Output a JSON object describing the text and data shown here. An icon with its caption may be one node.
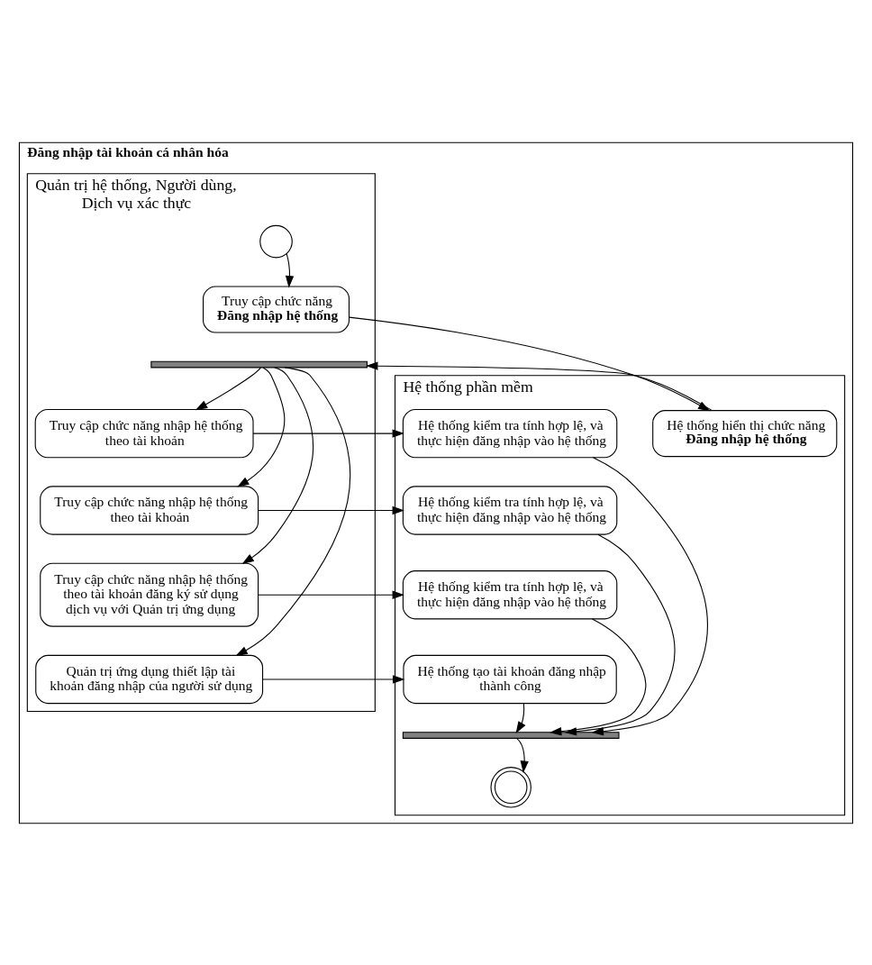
{
  "diagram": {
    "nodes": [
      {
        "text": [
          "Đăng nhập tài khoản cá nhân hóa"
        ]
      },
      {
        "text": [
          "Quản trị hệ thống, Người dùng, Dịch vụ xác thực"
        ],
        "in": 0
      },
      {
        "text": [
          "Hệ thống phần mềm"
        ],
        "in": 0
      },
      {
        "text": [],
        "shape": "circle",
        "in": 1
      },
      {
        "text": [
          "Truy cập chức năng **Đăng nhập hệ thống**"
        ],
        "in": 1
      },
      {
        "text": [
          "Hệ thống hiển thị chức năng **Đăng nhập hệ thống**"
        ],
        "in": 2
      },
      {
        "text": [],
        "shape": "bar",
        "in": 1
      },
      {
        "text": [
          "Truy cập chức năng nhập hệ thống theo tài khoản"
        ],
        "in": 1
      },
      {
        "text": [
          "Hệ thống kiểm tra tính hợp lệ, và thực hiện đăng nhập vào hệ thống"
        ],
        "in": 2
      },
      {
        "text": [
          "Truy cập chức năng nhập hệ thống theo tài khoản"
        ],
        "in": 1
      },
      {
        "text": [
          "Hệ thống kiểm tra tính hợp lệ, và thực hiện đăng nhập vào hệ thống"
        ],
        "in": 2
      },
      {
        "text": [
          "Truy cập chức năng nhập hệ thống theo tài khoản đăng ký sử dụng dịch vụ với Quản trị ứng dụng"
        ],
        "in": 1
      },
      {
        "text": [
          "Hệ thống kiểm tra tính hợp lệ, và thực hiện đăng nhập vào hệ thống"
        ],
        "in": 2
      },
      {
        "text": [
          "Quản trị ứng dụng thiết lập tài khoản đăng nhập của người sử dụng"
        ],
        "in": 1
      },
      {
        "text": [
          "Hệ thống tạo tài khoản đăng nhập thành công"
        ],
        "in": 2
      },
      {
        "text": [],
        "shape": "bar",
        "in": 2
      },
      {
        "text": [],
        "shape": "circle",
        "in": 2
      }
    ],
    "edges": [
      {
        "from": 3,
        "to": 4,
        "arrow": "to"
      },
      {
        "from": 4,
        "to": 5,
        "arrow": "to"
      },
      {
        "from": 5,
        "to": 6,
        "arrow": "to"
      },
      {
        "from": 6,
        "to": 7,
        "arrow": "to"
      },
      {
        "from": 6,
        "to": 9,
        "arrow": "to"
      },
      {
        "from": 6,
        "to": 11,
        "arrow": "to"
      },
      {
        "from": 6,
        "to": 13,
        "arrow": "to"
      },
      {
        "from": 7,
        "to": 8,
        "arrow": "to"
      },
      {
        "from": 9,
        "to": 10,
        "arrow": "to"
      },
      {
        "from": 11,
        "to": 12,
        "arrow": "to"
      },
      {
        "from": 13,
        "to": 14,
        "arrow": "to"
      },
      {
        "from": 8,
        "to": 15,
        "arrow": "to"
      },
      {
        "from": 10,
        "to": 15,
        "arrow": "to"
      },
      {
        "from": 12,
        "to": 15,
        "arrow": "to"
      },
      {
        "from": 14,
        "to": 15,
        "arrow": "to"
      },
      {
        "from": 15,
        "to": 16,
        "arrow": "to"
      }
    ]
  }
}
